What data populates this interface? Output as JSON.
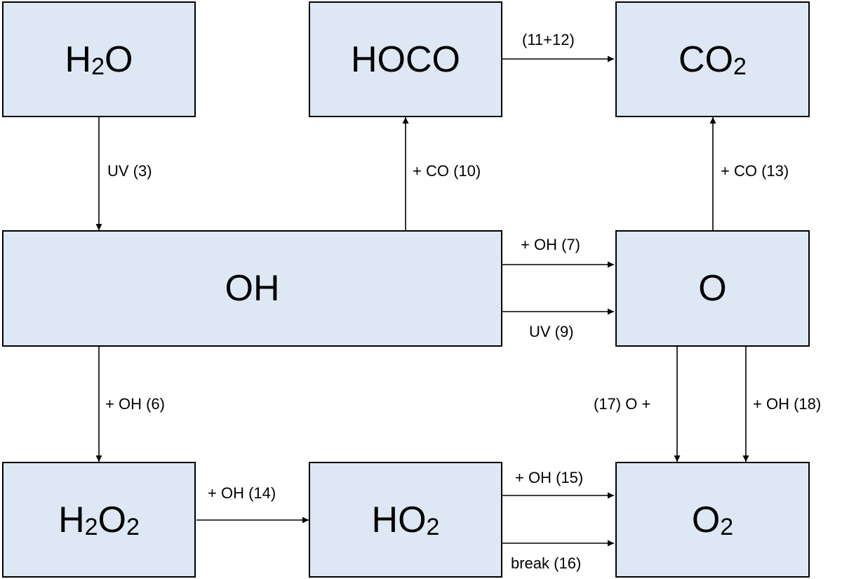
{
  "colors": {
    "node_fill": "#dee8f4",
    "node_border": "#000000",
    "arrow": "#000000"
  },
  "nodes": {
    "h2o": {
      "main": "H",
      "sub": "2",
      "tail": "O"
    },
    "hoco": {
      "main": "HOCO",
      "sub": "",
      "tail": ""
    },
    "co2": {
      "main": "CO",
      "sub": "2",
      "tail": ""
    },
    "oh": {
      "main": "OH",
      "sub": "",
      "tail": ""
    },
    "o": {
      "main": "O",
      "sub": "",
      "tail": ""
    },
    "h2o2": {
      "main": "H",
      "sub": "2",
      "mid": "O",
      "sub2": "2"
    },
    "ho2": {
      "main": "HO",
      "sub": "2",
      "tail": ""
    },
    "o2": {
      "main": "O",
      "sub": "2",
      "tail": ""
    }
  },
  "edges": {
    "uv3": "UV (3)",
    "co10": "+ CO (10)",
    "r1112": "(11+12)",
    "co13": "+ CO (13)",
    "oh7": "+ OH (7)",
    "uv9": "UV (9)",
    "oh6": "+ OH (6)",
    "r17": "(17) O +",
    "oh18": "+ OH (18)",
    "oh14": "+ OH (14)",
    "oh15": "+ OH (15)",
    "br16": "break (16)"
  }
}
